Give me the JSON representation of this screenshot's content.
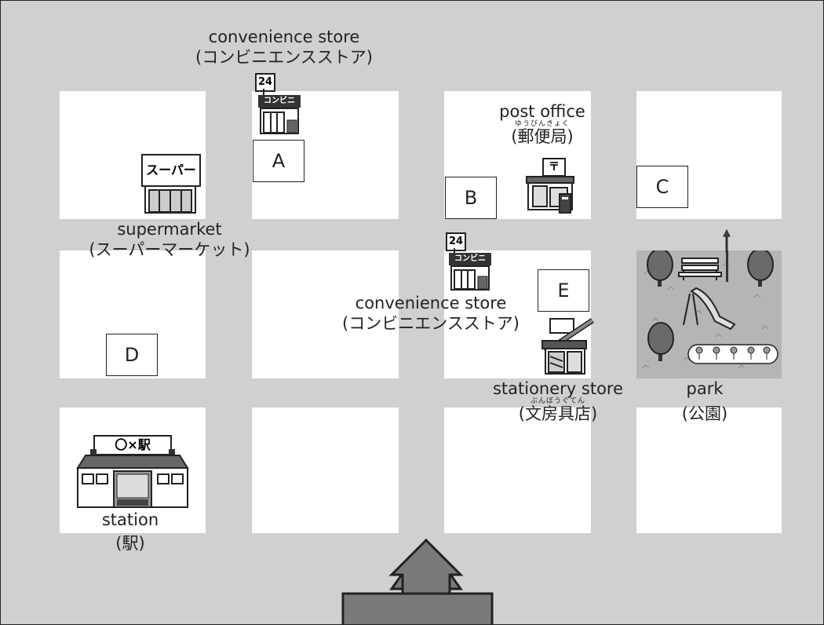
{
  "places": {
    "convenience_store_a": {
      "en": "convenience store",
      "ja": "(コンビニエンスストア)",
      "sign_24": "24",
      "sign": "コンビニ"
    },
    "convenience_store_b": {
      "en": "convenience store",
      "ja": "(コンビニエンスストア)",
      "sign_24": "24",
      "sign": "コンビニ"
    },
    "supermarket": {
      "en": "supermarket",
      "ja": "(スーパーマーケット)",
      "sign": "スーパー"
    },
    "post_office": {
      "en": "post office",
      "ja": "(郵便局)",
      "ruby": "ゆうびんきょく",
      "sign": "〒"
    },
    "stationery_store": {
      "en": "stationery store",
      "ja": "(文房具店)",
      "ruby": "ぶんぼうぐてん"
    },
    "park": {
      "en": "park",
      "ja": "(公園)"
    },
    "station": {
      "en": "station",
      "ja": "(駅)",
      "sign": "〇×駅"
    }
  },
  "markers": [
    "A",
    "B",
    "C",
    "D",
    "E"
  ],
  "colors": {
    "road": "#d0d0d0",
    "block": "#ffffff",
    "arrow": "#7a7a7a",
    "park": "#b5b5b5",
    "tree": "#6a6a6a"
  }
}
